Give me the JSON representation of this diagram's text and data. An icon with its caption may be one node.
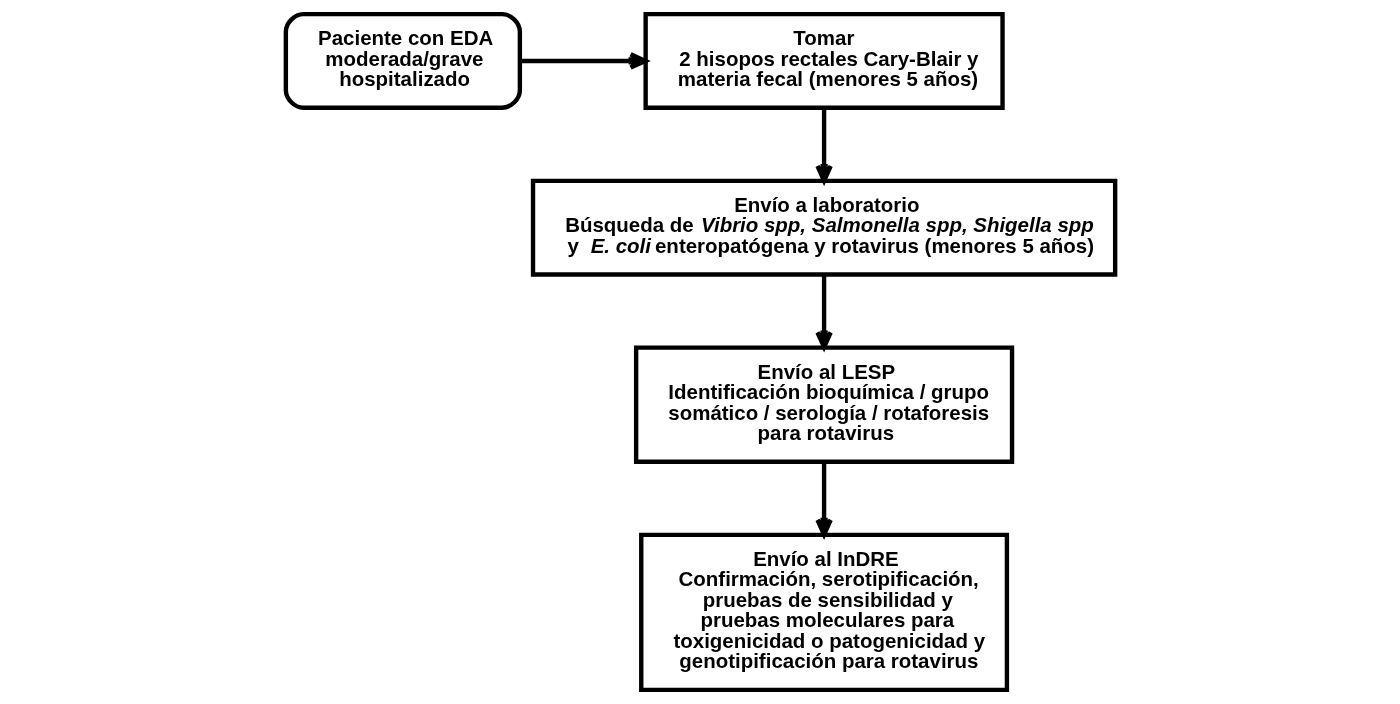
{
  "diagram": {
    "nodes": [
      {
        "text": [
          "Paciente con EDA moderada/grave hospitalizado"
        ]
      },
      {
        "text": [
          "Tomar",
          "2 hisopos rectales Cary-Blair y materia fecal (menores 5 años)"
        ]
      },
      {
        "text": [
          "Envío a laboratorio",
          "Búsqueda de *Vibrio spp, Salmonella spp, Shigella spp* y *E. coli* enteropatógena y rotavirus (menores 5 años)"
        ]
      },
      {
        "text": [
          "Envío al LESP",
          "Identificación bioquímica / grupo somático / serología / rotaforesis para rotavirus"
        ]
      },
      {
        "text": [
          "Envío al InDRE",
          "Confirmación, serotipificación, pruebas de sensibilidad y pruebas moleculares para toxigenicidad o patogenicidad y genotipificación para rotavirus"
        ]
      }
    ],
    "edges": [
      {
        "from": 0,
        "to": 1,
        "arrow": "to"
      },
      {
        "from": 1,
        "to": 2,
        "arrow": "to"
      },
      {
        "from": 2,
        "to": 3,
        "arrow": "to"
      },
      {
        "from": 3,
        "to": 4,
        "arrow": "to"
      }
    ]
  }
}
